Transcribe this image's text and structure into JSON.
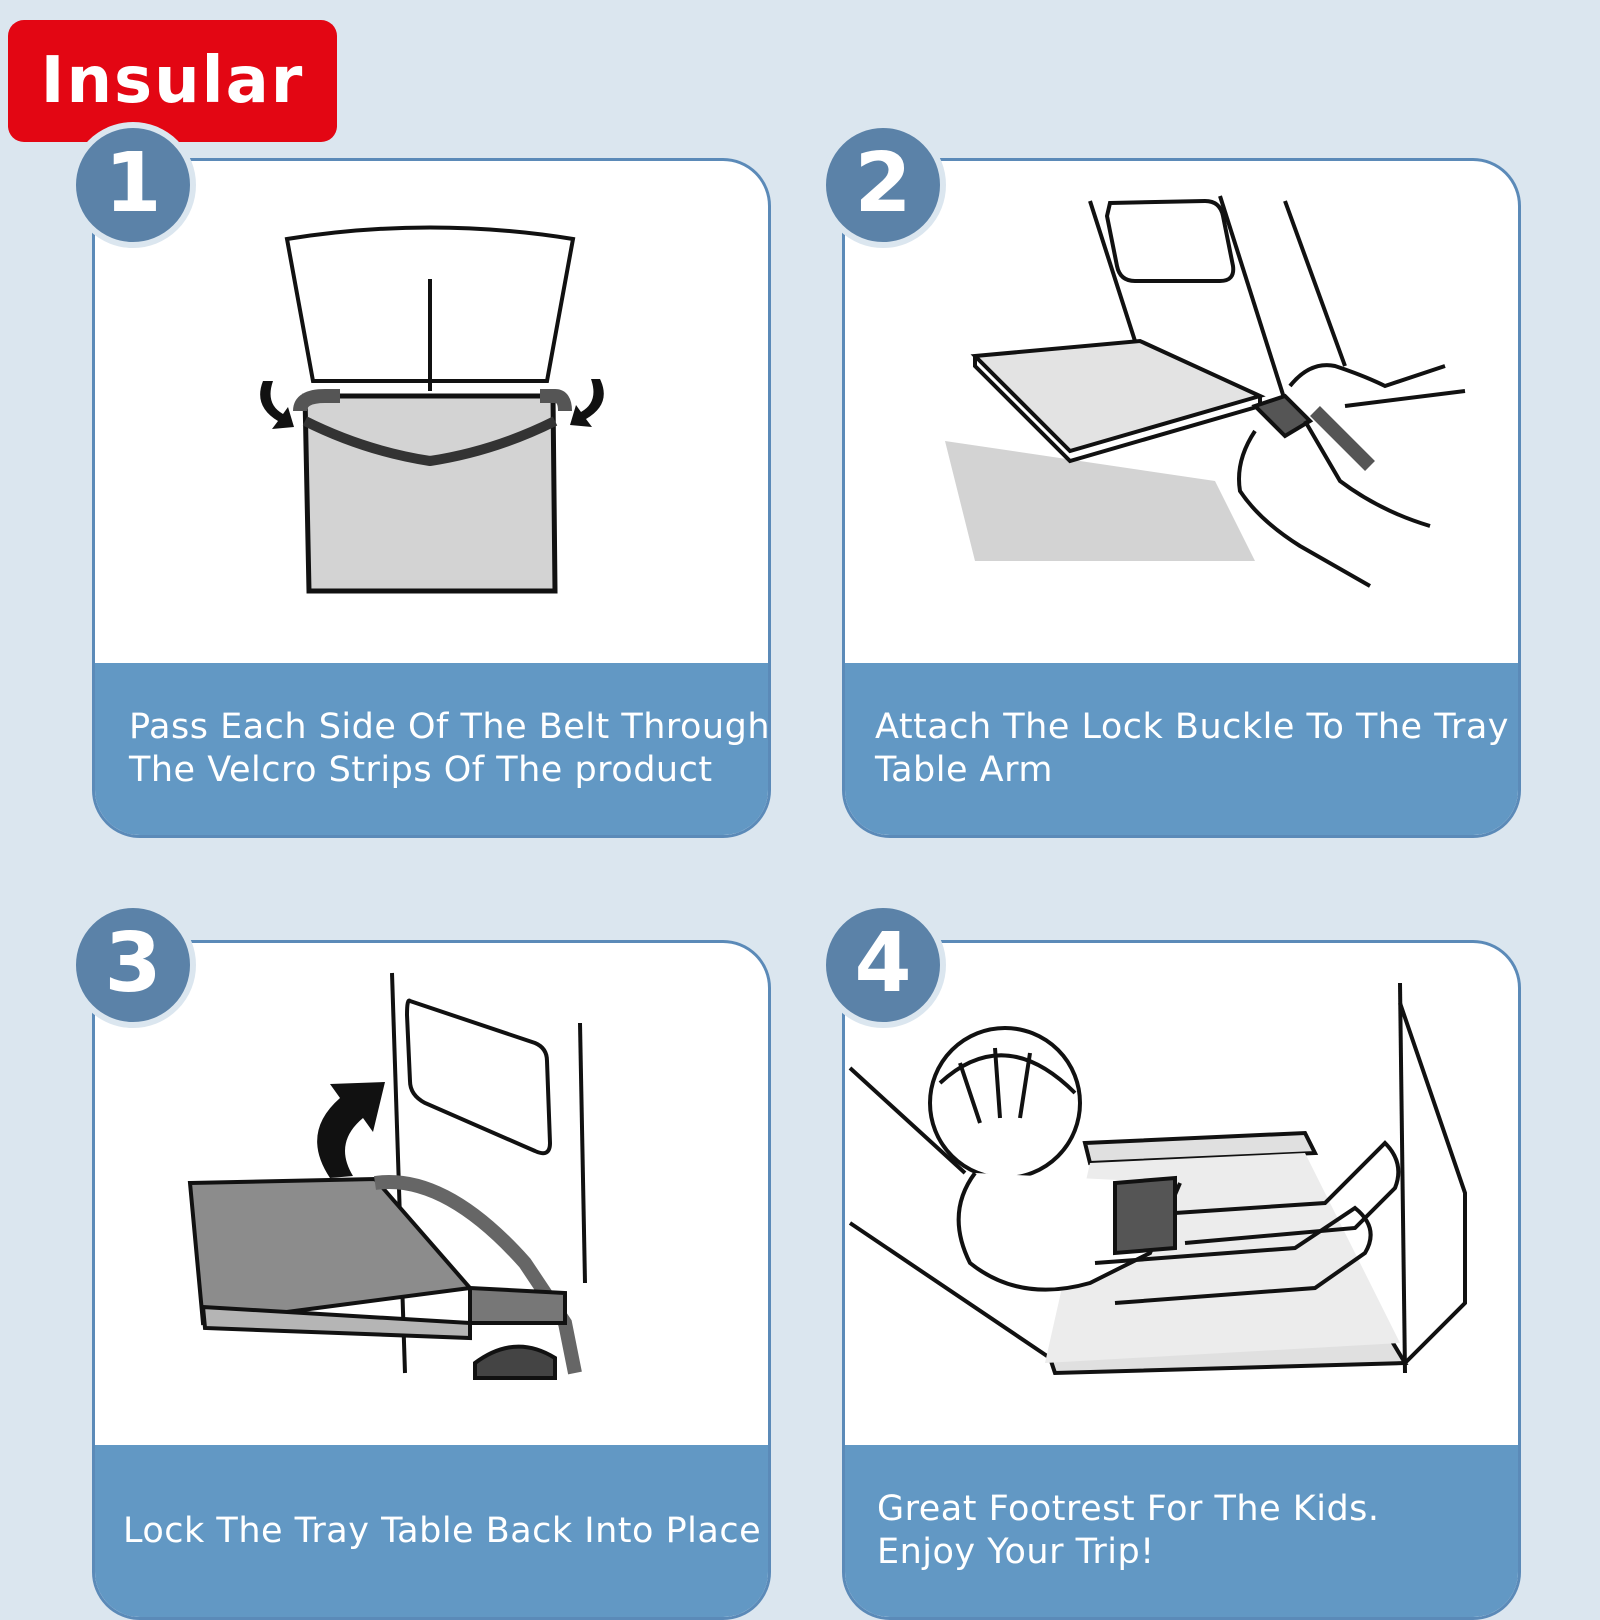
{
  "brand": {
    "name": "Insular",
    "color": "#e30613"
  },
  "steps": [
    {
      "number": "1",
      "lines": [
        "Pass Each Side Of The Belt Through",
        "The Velcro Strips Of The product"
      ]
    },
    {
      "number": "2",
      "lines": [
        "Attach The Lock Buckle To The Tray",
        "Table Arm"
      ]
    },
    {
      "number": "3",
      "lines": [
        "Lock The Tray Table Back Into Place"
      ]
    },
    {
      "number": "4",
      "lines": [
        "Great Footrest For The Kids.",
        "Enjoy Your Trip!"
      ]
    }
  ],
  "colors": {
    "background": "#dbe6ef",
    "caption": "#6298c4",
    "badge": "#5b82a8",
    "card_border": "#5b8ab8"
  }
}
